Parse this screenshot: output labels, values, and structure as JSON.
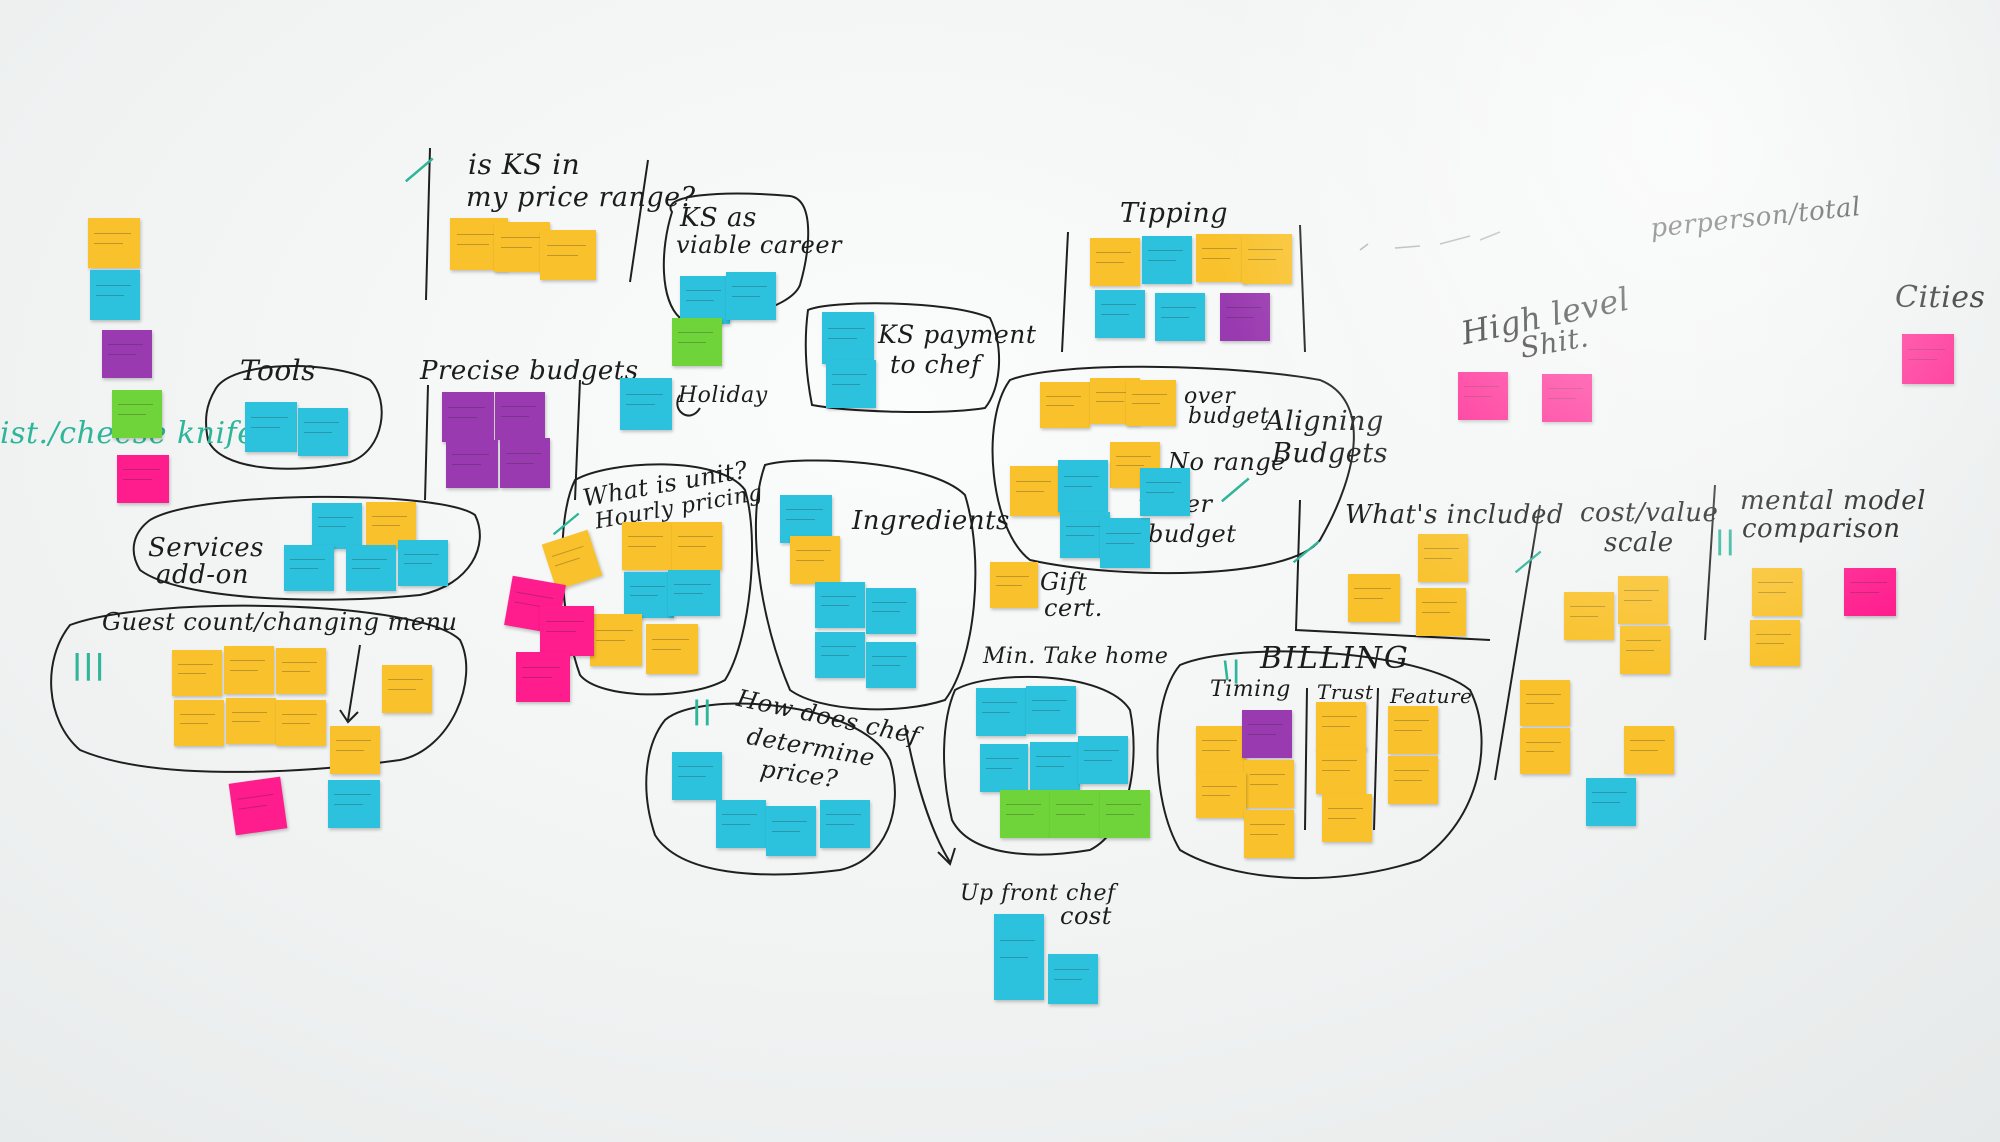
{
  "colors": {
    "yellow": "#f9c22c",
    "blue": "#2cc2dd",
    "pink": "#ff1c8d",
    "purple": "#9a3ab0",
    "green": "#6fd43a",
    "ink": "#1c1c1c",
    "tally": "#2fb59a"
  },
  "labels": {
    "ks_price_range_line1": "is KS in",
    "ks_price_range_line2": "my price range?",
    "ks_viable_line1": "KS as",
    "ks_viable_line2": "viable career",
    "tools": "Tools",
    "precise_budgets": "Precise budgets",
    "holiday": "Holiday",
    "ks_payment_line1": "KS payment",
    "ks_payment_line2": "to chef",
    "tipping": "Tipping",
    "per_person_total": "perperson/total",
    "high_level_line1": "High level",
    "high_level_line2": "Shit.",
    "cities": "Cities",
    "cheese": "ist./cheese knife",
    "services_line1": "Services",
    "services_line2": "add-on",
    "what_is_unit": "What is unit?",
    "hourly_pricing": "Hourly pricing",
    "ingredients": "Ingredients",
    "over_budget_line1": "over",
    "over_budget_line2": "budget",
    "no_range": "No range",
    "under_budget_line1": "under",
    "under_budget_line2": "budget",
    "aligning_line1": "Aligning",
    "aligning_line2": "Budgets",
    "whats_included": "What's included",
    "cost_value_line1": "cost/value",
    "cost_value_line2": "scale",
    "mental_model_line1": "mental model",
    "mental_model_line2": "comparison",
    "guest_count": "Guest count/changing menu",
    "gift_cert_line1": "Gift",
    "gift_cert_line2": "cert.",
    "min_take_home": "Min. Take home",
    "billing": "BILLING",
    "timing": "Timing",
    "trust": "Trust",
    "feature": "Feature",
    "how_chef_line1": "How does chef",
    "how_chef_line2": "determine",
    "how_chef_line3": "price?",
    "up_front_line1": "Up front chef",
    "up_front_line2": "cost"
  },
  "tallies": {
    "price_range": "̸̸̸̸",
    "hourly": "̸̸̸̸",
    "aligning": "̸̸̸̸",
    "guest": "|||",
    "billing": "\\|",
    "how_chef": "||",
    "whats_included": "̸̸̸̸",
    "cost_value": "̸̸̸̸",
    "mental": "||"
  }
}
